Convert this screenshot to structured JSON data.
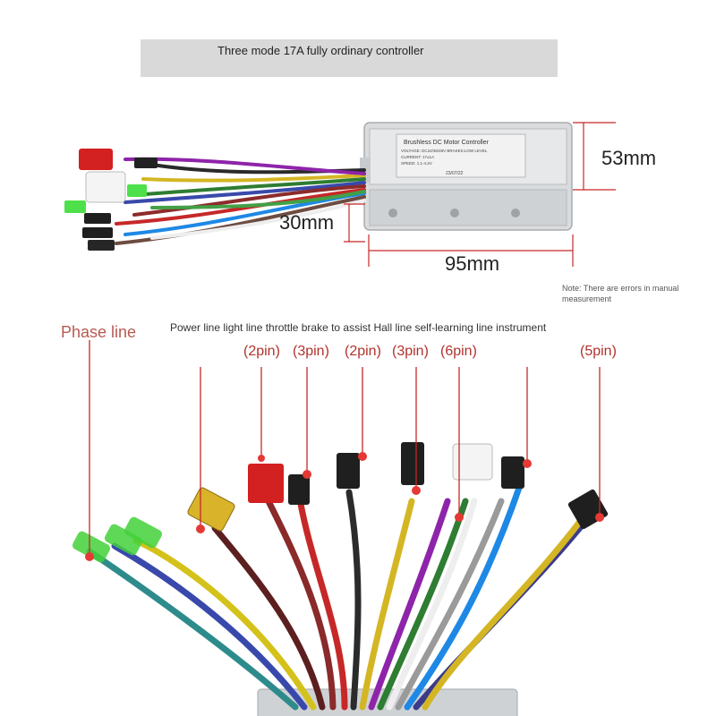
{
  "title": "Three mode 17A fully ordinary controller",
  "controller_label": {
    "line1": "Brushless DC Motor Controller",
    "line2": "VOLTAGE: DC24/36/48V BRAKES:LOW LEVEL",
    "line3": "CURRENT: 17±1A",
    "line4": "SPEED: 1.1-4.2V",
    "line5": "23/07/22"
  },
  "dimensions": {
    "height": "53mm",
    "depth": "30mm",
    "length": "95mm"
  },
  "note": "Note: There are errors in manual measurement",
  "phase_line_label": "Phase line",
  "functions_line": "Power line light line throttle brake to assist Hall line self-learning line instrument",
  "pin_labels": [
    "(2pin)",
    "(3pin)",
    "(2pin)",
    "(3pin)",
    "(6pin)",
    "(5pin)"
  ],
  "colors": {
    "callout": "#c62828",
    "label_red": "#b2322b",
    "phase_green": "#43d13a",
    "power_red": "#d32020",
    "light_yellow": "#d9b32a",
    "controller_body": "#d8dadb"
  }
}
